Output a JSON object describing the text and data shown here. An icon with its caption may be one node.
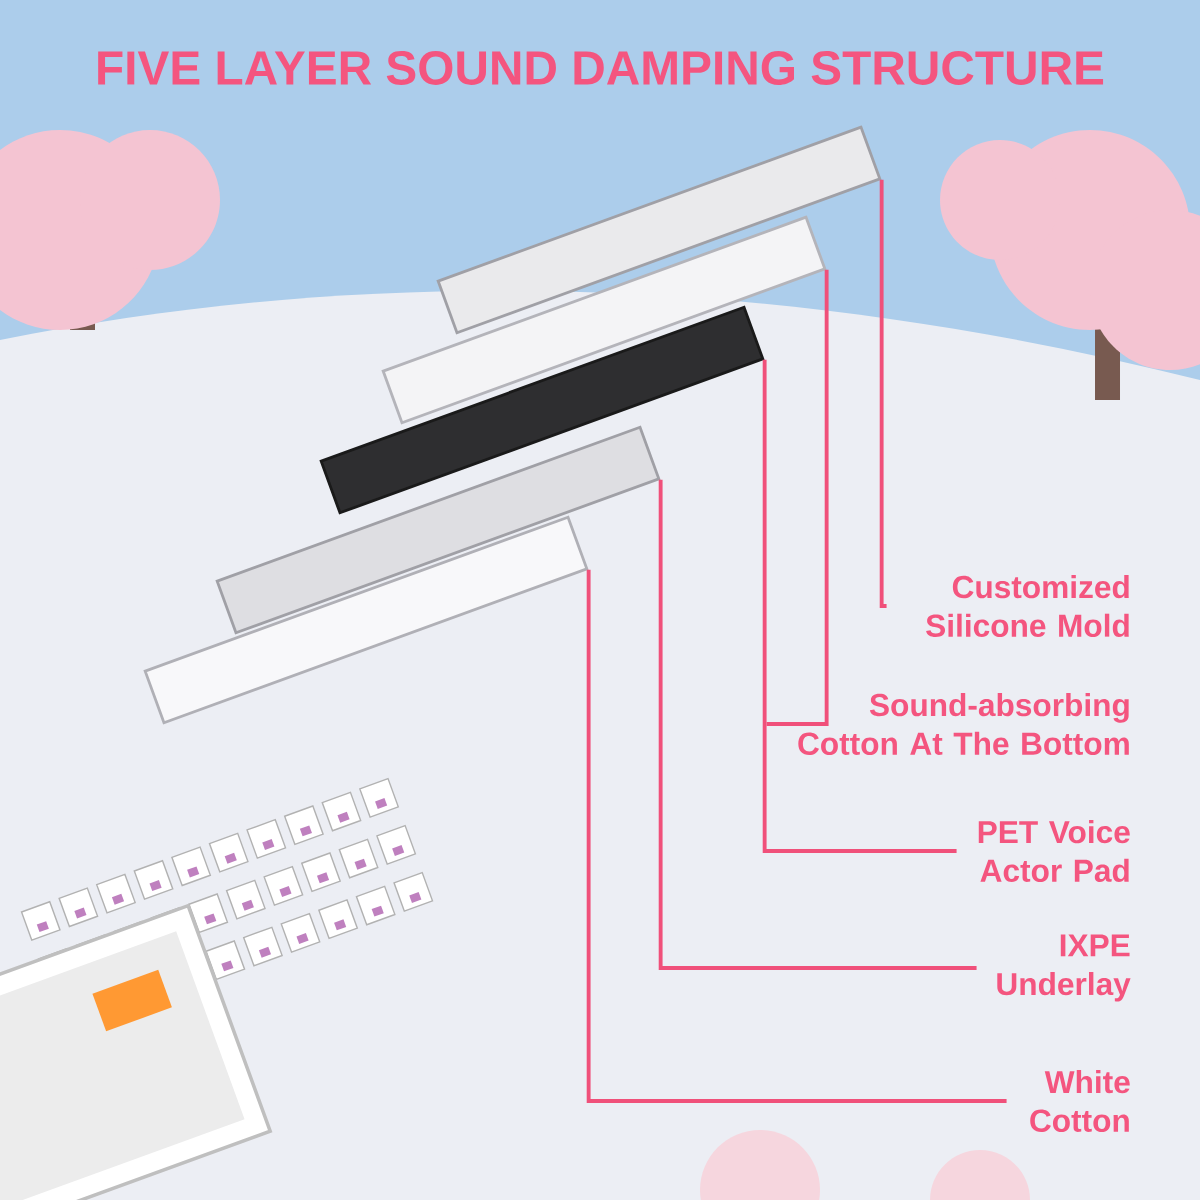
{
  "diagram": {
    "title": "FIVE LAYER SOUND DAMPING STRUCTURE",
    "nodes": [
      {
        "text": [
          "Customized Silicone Mold"
        ]
      },
      {
        "text": [
          "Sound-absorbing Cotton At The Bottom"
        ]
      },
      {
        "text": [
          "PET Voice Actor Pad"
        ]
      },
      {
        "text": [
          "IXPE Underlay"
        ]
      },
      {
        "text": [
          "White Cotton"
        ]
      },
      {
        "text": [],
        "shape": "box"
      },
      {
        "text": [],
        "shape": "box"
      },
      {
        "text": [],
        "shape": "box"
      },
      {
        "text": [],
        "shape": "box"
      },
      {
        "text": [],
        "shape": "box"
      }
    ],
    "edges": [
      {
        "from": 0,
        "to": 5,
        "arrow": "none"
      },
      {
        "from": 1,
        "to": 6,
        "arrow": "none"
      },
      {
        "from": 2,
        "to": 7,
        "arrow": "none"
      },
      {
        "from": 3,
        "to": 8,
        "arrow": "none"
      },
      {
        "from": 4,
        "to": 9,
        "arrow": "none"
      }
    ]
  }
}
